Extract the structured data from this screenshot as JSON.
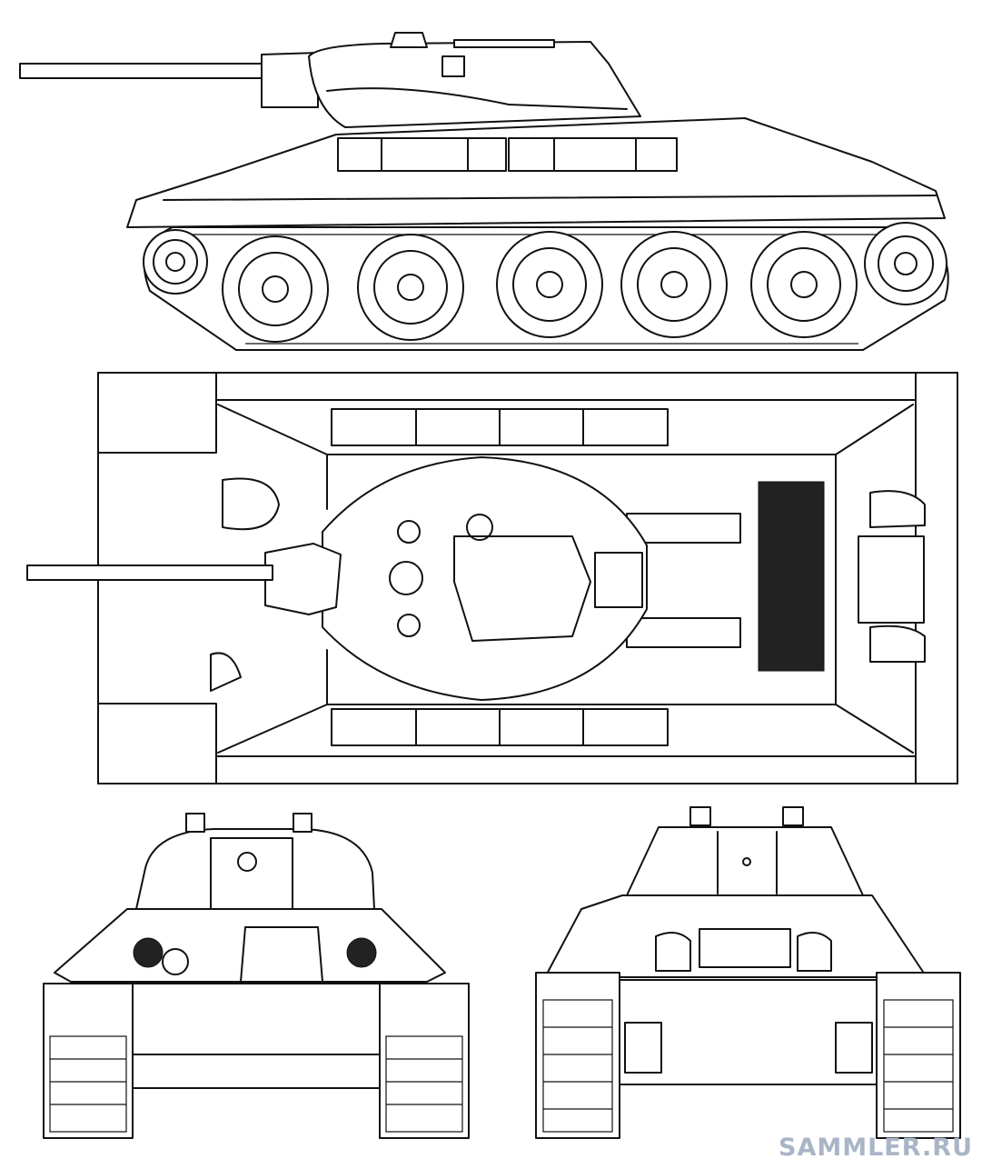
{
  "watermark": {
    "text": "SAMMLER.RU",
    "color": "#a9b5c7"
  },
  "drawing": {
    "subject": "tank-blueprint",
    "views": [
      "side-view",
      "top-view",
      "front-view",
      "rear-view"
    ],
    "line_color": "#111111",
    "background": "#ffffff"
  }
}
